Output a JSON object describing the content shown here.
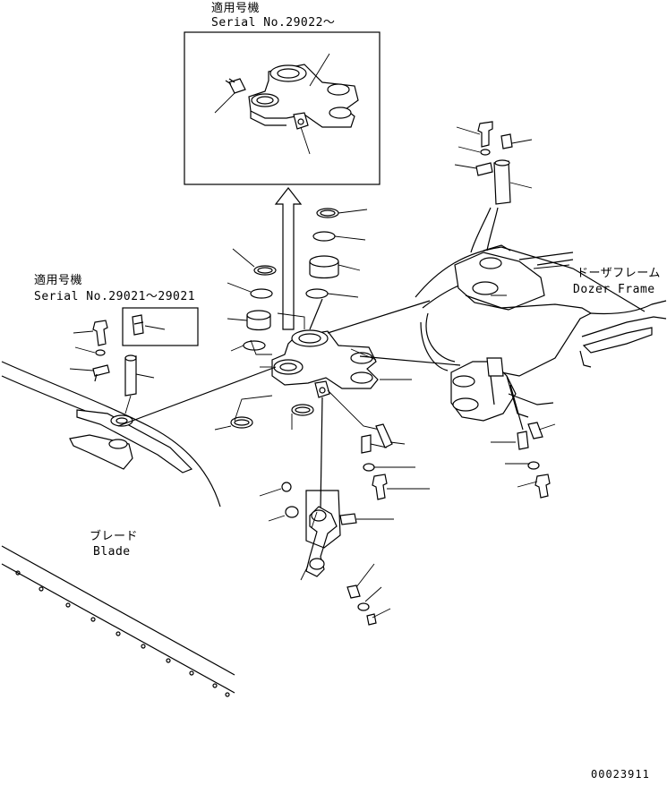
{
  "inset_top": {
    "title_jp": "適用号機",
    "serial": "Serial No.29022～"
  },
  "inset_left": {
    "title_jp": "適用号機",
    "serial": "Serial No.29021～29021"
  },
  "dozer_frame": {
    "label_jp": "ドーザフレーム",
    "label_en": "Dozer Frame"
  },
  "blade": {
    "label_jp": "ブレード",
    "label_en": "Blade"
  },
  "drawing_number": "00023911"
}
